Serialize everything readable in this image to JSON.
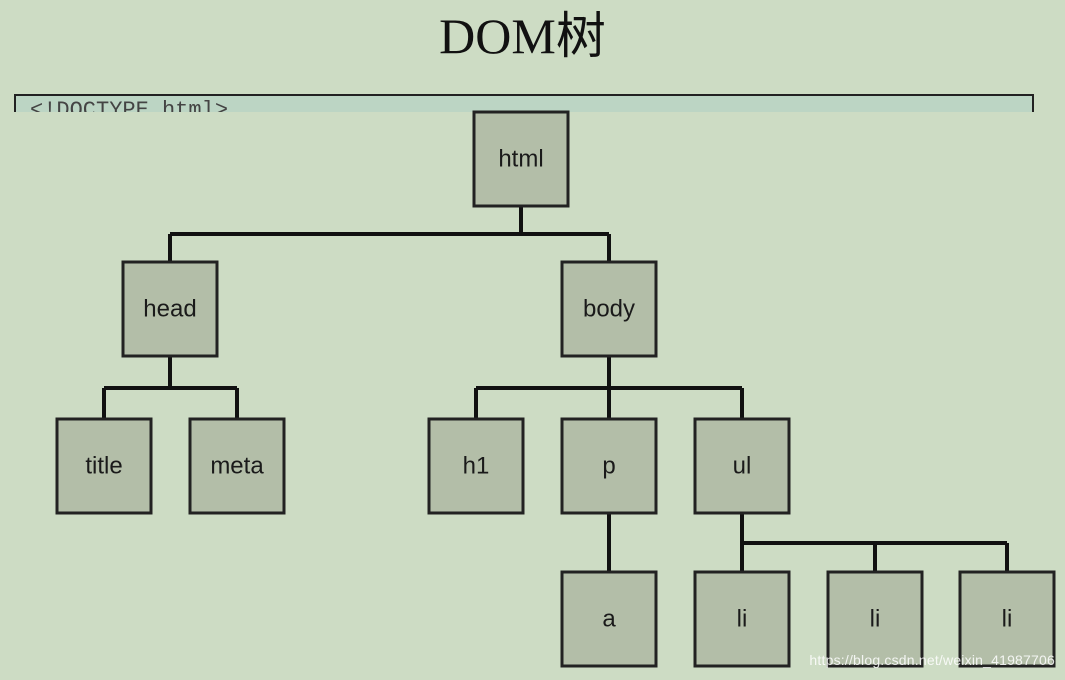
{
  "page": {
    "title": "DOM树",
    "code_line": "<!DOCTYPE html>",
    "watermark": "https://blog.csdn.net/weixin_41987706"
  },
  "colors": {
    "background": "#cddcc4",
    "node_fill": "#b3bea8",
    "node_border": "#222222",
    "edge": "#111111"
  },
  "tree": {
    "nodes": [
      {
        "id": "html",
        "label": "html"
      },
      {
        "id": "head",
        "label": "head",
        "parent": "html"
      },
      {
        "id": "body",
        "label": "body",
        "parent": "html"
      },
      {
        "id": "title",
        "label": "title",
        "parent": "head"
      },
      {
        "id": "meta",
        "label": "meta",
        "parent": "head"
      },
      {
        "id": "h1",
        "label": "h1",
        "parent": "body"
      },
      {
        "id": "p",
        "label": "p",
        "parent": "body"
      },
      {
        "id": "ul",
        "label": "ul",
        "parent": "body"
      },
      {
        "id": "a",
        "label": "a",
        "parent": "p"
      },
      {
        "id": "li1",
        "label": "li",
        "parent": "ul"
      },
      {
        "id": "li2",
        "label": "li",
        "parent": "ul"
      },
      {
        "id": "li3",
        "label": "li",
        "parent": "ul"
      }
    ]
  }
}
